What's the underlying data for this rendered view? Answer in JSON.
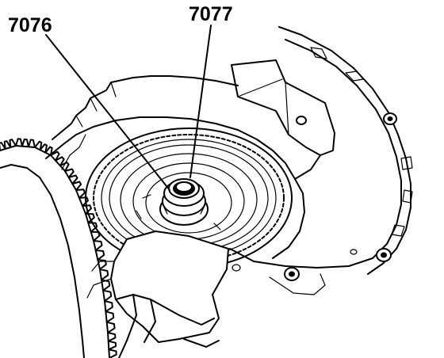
{
  "callouts": [
    {
      "id": "7076",
      "text": "7076"
    },
    {
      "id": "7077",
      "text": "7077"
    }
  ],
  "colors": {
    "ink": "#000000",
    "paper": "#ffffff"
  }
}
